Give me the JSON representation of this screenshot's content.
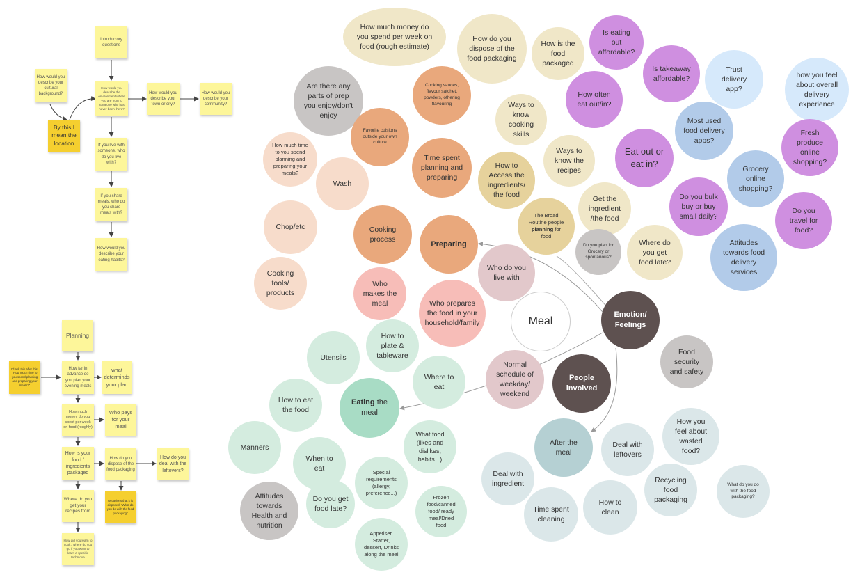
{
  "colors": {
    "sticky_light": "#fdf69a",
    "sticky_dark": "#f5cf2f",
    "center_dark": "#5e5150",
    "grey": "#c8c5c4",
    "prep_peach": "#f7dccb",
    "prep_orange": "#e9a87c",
    "cream": "#f0e7c8",
    "tan": "#e6d29c",
    "mauve": "#e2c8cb",
    "pink": "#f7bdb8",
    "purple": "#cf8fe0",
    "blue": "#b2cbe9",
    "light_blue": "#d6e9fb",
    "mint": "#d4ecdf",
    "teal": "#a8dcc5",
    "slate": "#b5d0d3",
    "pale_slate": "#dbe7e9"
  },
  "flow_top": {
    "notes": [
      "Introductory questions",
      "How would you describe your cultural background?",
      "By this I mean the location",
      "How would you describe the environment where you are from to someone who has never been there?",
      "How would you describe your town or city?",
      "How would you describe your community?",
      "If you live with someone, who do you live with?",
      "If you share meals, who do you share meals with?",
      "How would you describe your eating habits?"
    ]
  },
  "flow_bottom": {
    "notes": [
      "Planning",
      "I'd ask this after this: \"How much time to you spend planning and preparing your meals?\"",
      "How far in advance do you plan your evening meals",
      "what determinds your plan",
      "How much money do you spent per week on food (roughly)",
      "Who pays for your meal",
      "How is your food / ingredients packaged",
      "How do you dispose of the food packaging",
      "How do you deal with the leftovers?",
      "Where do you get your recipes from",
      "Occasions that it is disposed: \"What do you do with the food packaging\"",
      "How did you learn to cook / where do you go if you want to learn a specific technique"
    ]
  },
  "mindmap": {
    "center": "Meal",
    "hub": "Emotion/ Feelings",
    "preparing": {
      "label": "Preparing",
      "items": [
        "Are there any parts of  prep you enjoy/don't enjoy",
        "Cooking sauces, flavour satchet, powders, othering flavouring",
        "Favorite cuisions outside your own culture",
        "How much time to you spend planning and preparing your meals?",
        "Wash",
        "Time spent planning and preparing",
        "Chop/etc",
        "Cooking process",
        "Cooking tools/ products",
        "Who makes the meal",
        "Who prepares the food in your household/family",
        "Who do you live with"
      ]
    },
    "planning": {
      "items": [
        "How much money do you spend per week on food (rough estimate)",
        "How do you dispose of the food packaging",
        "How is the food packaged",
        "Ways to know cooking skills",
        "Ways to know the recipes",
        "How to Access the ingredients/ the food",
        "Get the ingredient /the food",
        "The Broad Routine people",
        "planning",
        "for food",
        "Do you plan for Grocery or spontanous?",
        "Where do you get food late?"
      ]
    },
    "eating_out": {
      "items": [
        "Is eating out affordable?",
        "Is takeaway affordable?",
        "How often eat out/in?",
        "Eat out or eat in?",
        "Do you bulk buy or buy small daily?",
        "Do you travel for food?"
      ]
    },
    "delivery": {
      "items": [
        "Trust delivery app?",
        "how you feel about overall delivery experience",
        "Most used food delivery apps?",
        "Fresh produce online shopping?",
        "Grocery online shopping?",
        "Attitudes towards food delivery services"
      ]
    },
    "eating": {
      "label": "Eating",
      "label_suffix": "the meal",
      "items": [
        "How to plate & tableware",
        "Utensils",
        "Where to eat",
        "How to eat the food",
        "Manners",
        "When to eat",
        "What food (likes and dislikes, habits...)",
        "Special requirements (allergy, preference...)",
        "Do you get food late?",
        "Attitudes towards Health and nutrition",
        "Frozen food/canned food/ ready meal/Dried food",
        "Appetiser, Starter, dessert, Drinks along the meal"
      ]
    },
    "people": {
      "label": "People involved",
      "items": [
        "Normal schedule of weekday/ weekend",
        "Food security and safety"
      ]
    },
    "after": {
      "label": "After the meal",
      "items": [
        "How you feel about wasted food?",
        "Deal with leftovers",
        "Deal with ingredient",
        "Recycling food packaging",
        "What do you do with the food packaging?",
        "Time spent cleaning",
        "How to clean"
      ]
    }
  }
}
